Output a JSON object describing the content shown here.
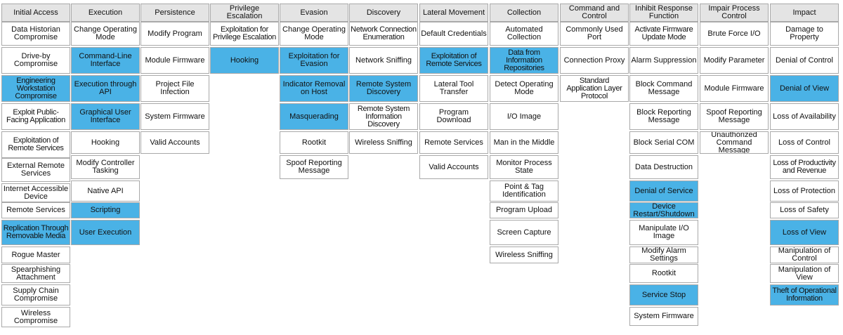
{
  "highlight_color": "#4ab2e6",
  "header_color": "#e4e4e4",
  "columns": [
    {
      "id": "initial-access",
      "header": "Initial Access",
      "cells": [
        {
          "t": "Data Historian Compromise"
        },
        {
          "t": "Drive-by Compromise"
        },
        {
          "t": "Engineering Workstation Compromise",
          "hl": true
        },
        {
          "t": "Exploit Public-Facing Application"
        },
        {
          "t": "Exploitation of Remote Services"
        },
        {
          "t": "External Remote Services"
        },
        {
          "t": "Internet Accessible Device"
        },
        {
          "t": "Remote Services"
        },
        {
          "t": "Replication Through Removable Media",
          "hl": true
        },
        {
          "t": "Rogue Master"
        },
        {
          "t": "Spearphishing Attachment"
        },
        {
          "t": "Supply Chain Compromise"
        },
        {
          "t": "Wireless Compromise"
        }
      ]
    },
    {
      "id": "execution",
      "header": "Execution",
      "cells": [
        {
          "t": "Change Operating Mode"
        },
        {
          "t": "Command-Line Interface",
          "hl": true
        },
        {
          "t": "Execution through API",
          "hl": true
        },
        {
          "t": "Graphical User Interface",
          "hl": true
        },
        {
          "t": "Hooking"
        },
        {
          "t": "Modify Controller Tasking"
        },
        {
          "t": "Native API"
        },
        {
          "t": "Scripting",
          "hl": true
        },
        {
          "t": "User Execution",
          "hl": true
        }
      ]
    },
    {
      "id": "persistence",
      "header": "Persistence",
      "cells": [
        {
          "t": "Modify Program"
        },
        {
          "t": "Module Firmware"
        },
        {
          "t": "Project File Infection"
        },
        {
          "t": "System Firmware"
        },
        {
          "t": "Valid Accounts"
        }
      ]
    },
    {
      "id": "privilege-escalation",
      "header": "Privilege Escalation",
      "cells": [
        {
          "t": "Exploitation for Privilege Escalation"
        },
        {
          "t": "Hooking",
          "hl": true
        }
      ]
    },
    {
      "id": "evasion",
      "header": "Evasion",
      "cells": [
        {
          "t": "Change Operating Mode"
        },
        {
          "t": "Exploitation for Evasion",
          "hl": true
        },
        {
          "t": "Indicator Removal on Host",
          "hl": true
        },
        {
          "t": "Masquerading",
          "hl": true
        },
        {
          "t": "Rootkit"
        },
        {
          "t": "Spoof Reporting Message"
        }
      ]
    },
    {
      "id": "discovery",
      "header": "Discovery",
      "cells": [
        {
          "t": "Network Connection Enumeration"
        },
        {
          "t": "Network Sniffing"
        },
        {
          "t": "Remote System Discovery",
          "hl": true
        },
        {
          "t": "Remote System Information Discovery"
        },
        {
          "t": "Wireless Sniffing"
        }
      ]
    },
    {
      "id": "lateral-movement",
      "header": "Lateral Movement",
      "cells": [
        {
          "t": "Default Credentials"
        },
        {
          "t": "Exploitation of Remote Services",
          "hl": true
        },
        {
          "t": "Lateral Tool Transfer"
        },
        {
          "t": "Program Download"
        },
        {
          "t": "Remote Services"
        },
        {
          "t": "Valid Accounts"
        }
      ]
    },
    {
      "id": "collection",
      "header": "Collection",
      "cells": [
        {
          "t": "Automated Collection"
        },
        {
          "t": "Data from Information Repositories",
          "hl": true
        },
        {
          "t": "Detect Operating Mode"
        },
        {
          "t": "I/O Image"
        },
        {
          "t": "Man in the Middle"
        },
        {
          "t": "Monitor Process State"
        },
        {
          "t": "Point & Tag Identification"
        },
        {
          "t": "Program Upload"
        },
        {
          "t": "Screen Capture"
        },
        {
          "t": "Wireless Sniffing"
        }
      ]
    },
    {
      "id": "command-and-control",
      "header": "Command and Control",
      "cells": [
        {
          "t": "Commonly Used Port"
        },
        {
          "t": "Connection Proxy"
        },
        {
          "t": "Standard Application Layer Protocol"
        }
      ]
    },
    {
      "id": "inhibit-response-function",
      "header": "Inhibit Response Function",
      "cells": [
        {
          "t": "Activate Firmware Update Mode"
        },
        {
          "t": "Alarm Suppression"
        },
        {
          "t": "Block Command Message"
        },
        {
          "t": "Block Reporting Message"
        },
        {
          "t": "Block Serial COM"
        },
        {
          "t": "Data Destruction"
        },
        {
          "t": "Denial of Service",
          "hl": true
        },
        {
          "t": "Device Restart/Shutdown",
          "hl": true
        },
        {
          "t": "Manipulate I/O Image"
        },
        {
          "t": "Modify Alarm Settings"
        },
        {
          "t": "Rootkit"
        },
        {
          "t": "Service Stop",
          "hl": true
        },
        {
          "t": "System Firmware"
        }
      ]
    },
    {
      "id": "impair-process-control",
      "header": "Impair Process Control",
      "cells": [
        {
          "t": "Brute Force I/O"
        },
        {
          "t": "Modify Parameter"
        },
        {
          "t": "Module Firmware"
        },
        {
          "t": "Spoof Reporting Message"
        },
        {
          "t": "Unauthorized Command Message"
        }
      ]
    },
    {
      "id": "impact",
      "header": "Impact",
      "cells": [
        {
          "t": "Damage to Property"
        },
        {
          "t": "Denial of Control"
        },
        {
          "t": "Denial of View",
          "hl": true
        },
        {
          "t": "Loss of Availability"
        },
        {
          "t": "Loss of Control"
        },
        {
          "t": "Loss of Productivity and Revenue"
        },
        {
          "t": "Loss of Protection"
        },
        {
          "t": "Loss of Safety"
        },
        {
          "t": "Loss of View",
          "hl": true
        },
        {
          "t": "Manipulation of Control"
        },
        {
          "t": "Manipulation of View"
        },
        {
          "t": "Theft of Operational Information",
          "hl": true
        }
      ]
    }
  ]
}
